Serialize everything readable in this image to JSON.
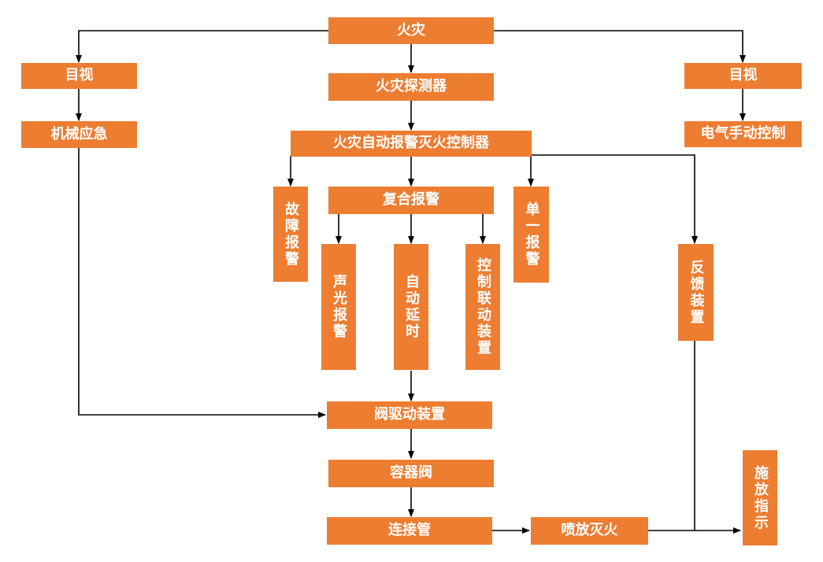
{
  "colors": {
    "box": "#ed7d31",
    "text": "#ffffff",
    "line": "#000000"
  },
  "nodes": {
    "fire": "火灾",
    "visual_left": "目视",
    "mechanical_emergency": "机械应急",
    "fire_detector": "火灾探测器",
    "visual_right": "目视",
    "electric_manual_control": "电气手动控制",
    "fire_alarm_controller": "火灾自动报警灭火控制器",
    "fault_alarm": "故障报警",
    "composite_alarm": "复合报警",
    "single_alarm": "单一报警",
    "feedback_device": "反馈装置",
    "sound_light_alarm": "声光报警",
    "auto_delay": "自动延时",
    "control_linkage": "控制联动装置",
    "valve_driver": "阀驱动装置",
    "container_valve": "容器阀",
    "connecting_pipe": "连接管",
    "spray_extinguish": "喷放灭火",
    "release_indicator": "施放指示"
  }
}
